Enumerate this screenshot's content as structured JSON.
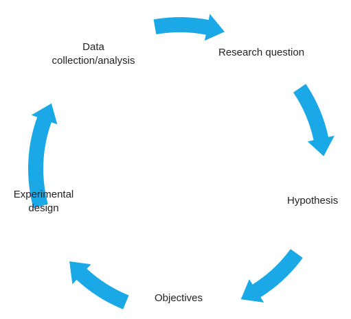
{
  "diagram": {
    "accent_color": "#1aa8e6",
    "arrow_icon": "curved-arrow-icon",
    "stages": [
      {
        "id": "research-question",
        "lines": [
          "Research question"
        ]
      },
      {
        "id": "hypothesis",
        "lines": [
          "Hypothesis"
        ]
      },
      {
        "id": "objectives",
        "lines": [
          "Objectives"
        ]
      },
      {
        "id": "experimental-design",
        "lines": [
          "Experimental",
          "design"
        ]
      },
      {
        "id": "data-collection-analysis",
        "lines": [
          "Data",
          "collection/analysis"
        ]
      }
    ]
  }
}
